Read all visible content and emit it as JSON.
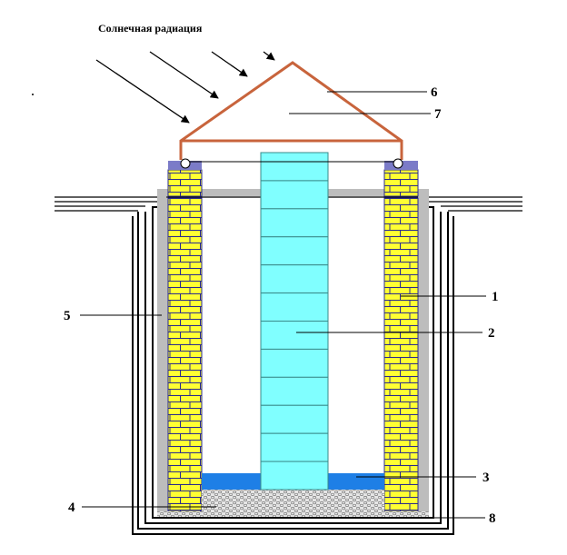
{
  "caption": "Солнечная радиация",
  "callouts": {
    "c1": "1",
    "c2": "2",
    "c3": "3",
    "c4": "4",
    "c5": "5",
    "c6": "6",
    "c7": "7",
    "c8": "8"
  },
  "colors": {
    "brick": "#ffff33",
    "mortar": "#2b2b8c",
    "plaster": "#bdbdbd",
    "ice": "#80ffff",
    "water": "#1e7fe6",
    "roof": "#c8643c",
    "cap": "#7b7bc8"
  }
}
